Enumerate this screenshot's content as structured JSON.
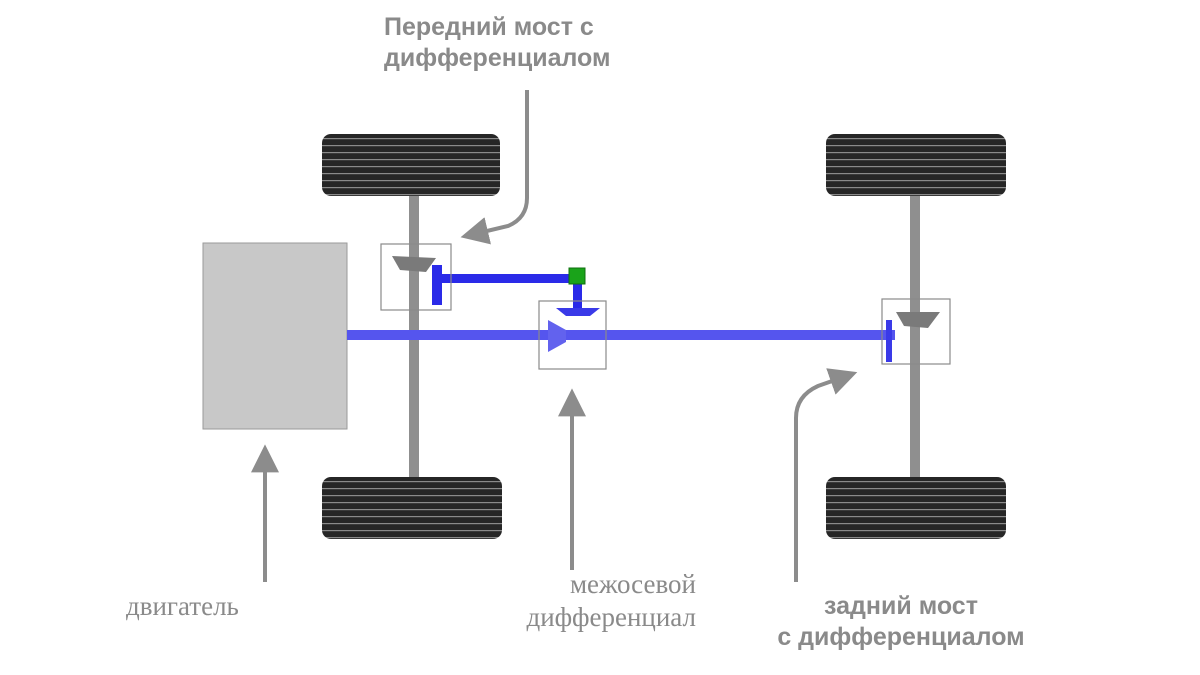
{
  "labels": {
    "front_axle": {
      "line1": "Передний мост с",
      "line2": "дифференциалом"
    },
    "engine": "двигатель",
    "center_diff": {
      "line1": "межосевой",
      "line2": "дифференциал"
    },
    "rear_axle": {
      "line1": "задний мост",
      "line2": "с дифференциалом"
    }
  },
  "colors": {
    "label_text": "#8a8a8a",
    "arrow": "#8c8c8c",
    "shaft": "#4a4af0",
    "axle": "#8f8f8f",
    "engine_fill": "#c8c8c8",
    "tire": "#1f1f1f",
    "joint": "#1aa31a"
  }
}
